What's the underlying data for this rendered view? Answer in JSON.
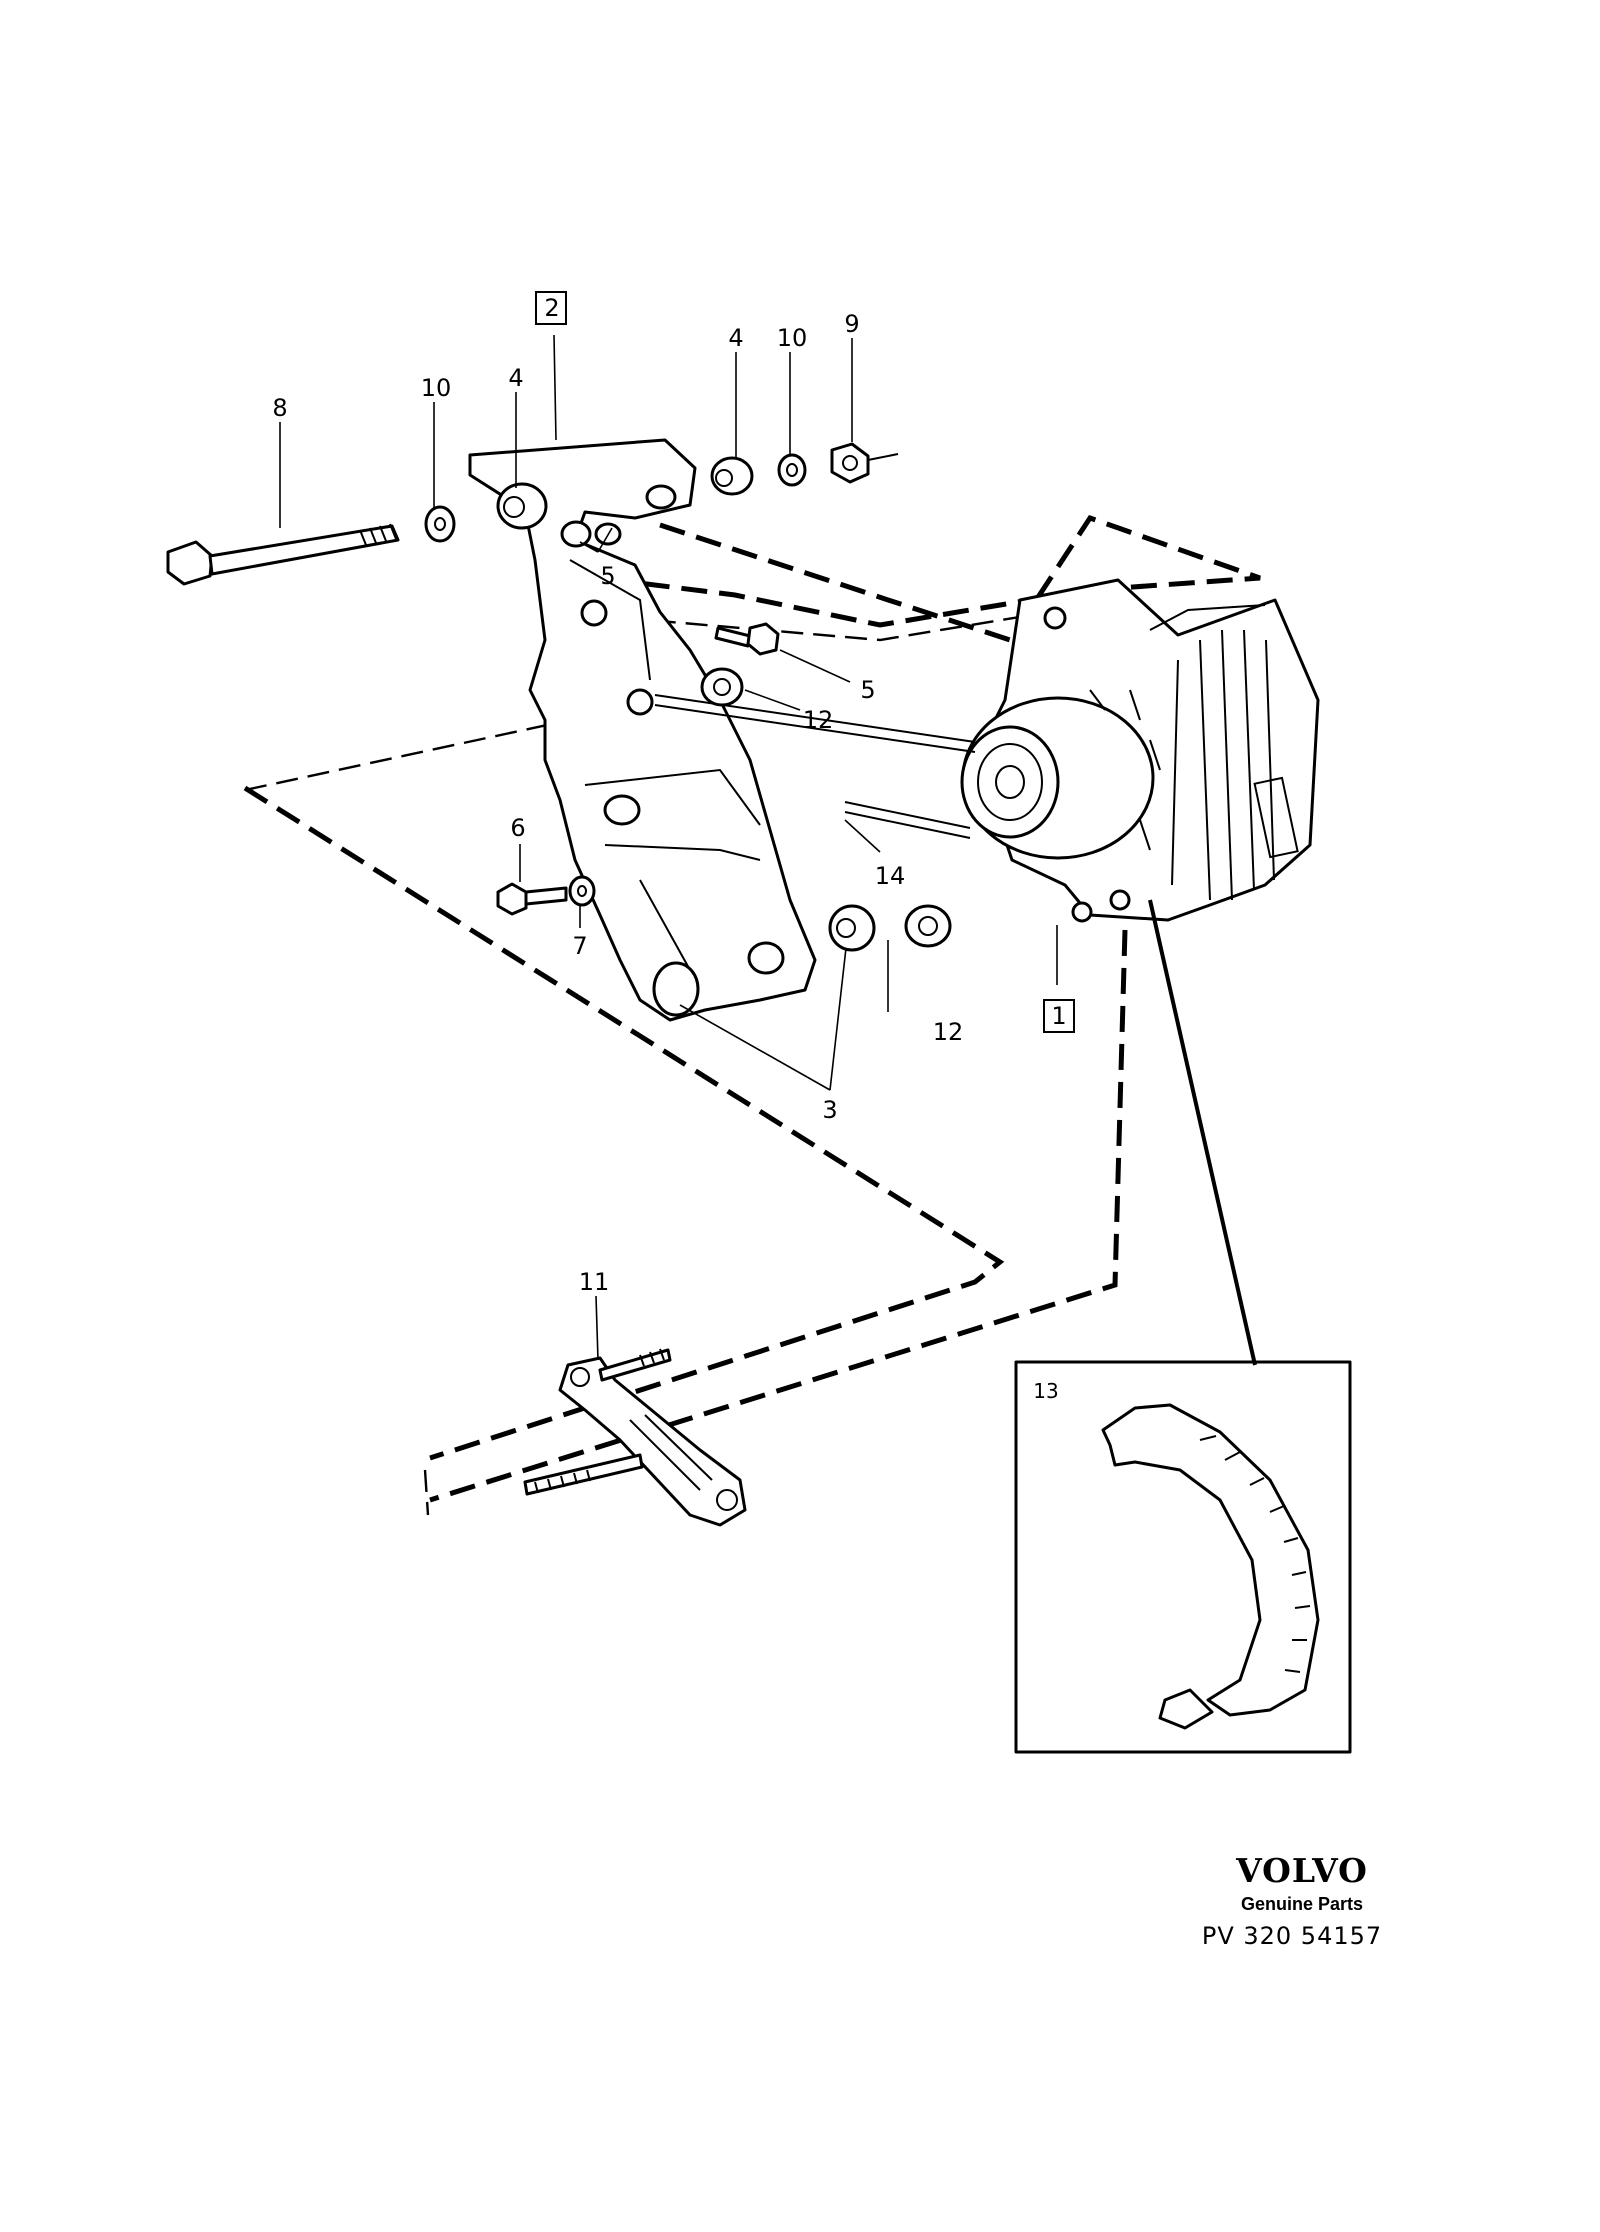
{
  "callouts": {
    "c1": "1",
    "c2": "2",
    "c3": "3",
    "c4a": "4",
    "c4b": "4",
    "c5a": "5",
    "c5b": "5",
    "c6": "6",
    "c7": "7",
    "c8": "8",
    "c9": "9",
    "c10a": "10",
    "c10b": "10",
    "c11": "11",
    "c12a": "12",
    "c12b": "12",
    "c13": "13",
    "c14": "14"
  },
  "footer": {
    "brand": "VOLVO",
    "subtitle": "Genuine Parts",
    "code": "PV 320 54157"
  }
}
